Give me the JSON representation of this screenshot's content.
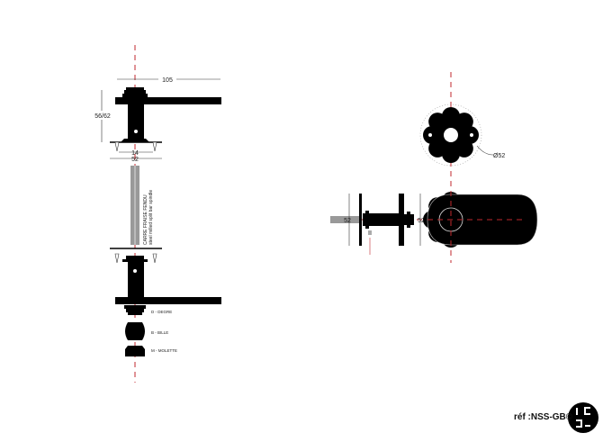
{
  "dimensions": {
    "width_lever": "105",
    "height_body": "56/62",
    "rosette_inner": "14",
    "rosette_outer": "52",
    "rosette_diameter": "Ø52",
    "side_left": "52",
    "side_right": "52"
  },
  "spindle": {
    "label_fr": "CARRE FRAISE FENDU",
    "label_en": "steel milled split bar spindle"
  },
  "variants": [
    {
      "label": "D - DEGRE"
    },
    {
      "label": "B - BILLE"
    },
    {
      "label": "M - MOLETTE"
    }
  ],
  "reference": "réf :NSS-GB©",
  "colors": {
    "axis": "#c0272d",
    "part": "#000000",
    "spindle": "#999999"
  }
}
